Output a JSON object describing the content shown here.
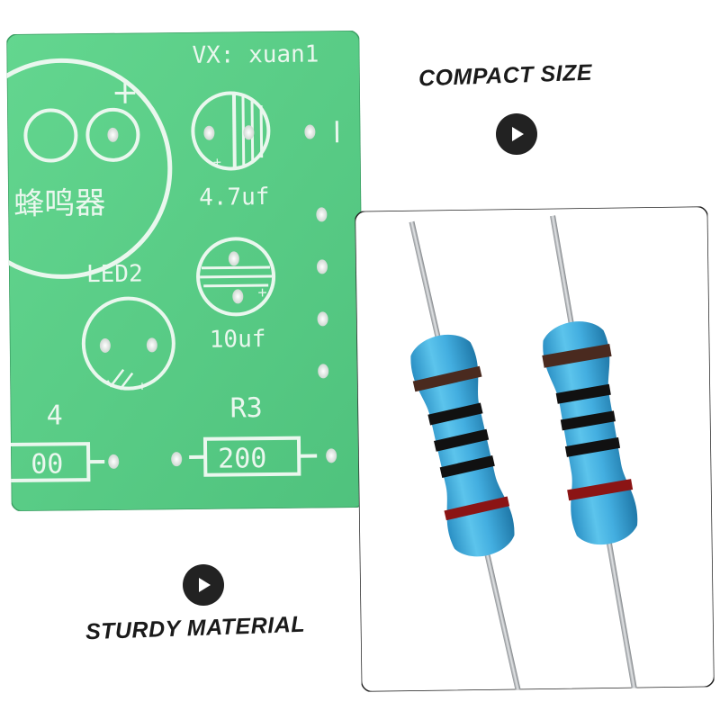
{
  "captions": {
    "compact": "COMPACT SIZE",
    "sturdy": "STURDY MATERIAL"
  },
  "pcb": {
    "silkscreen_top": "VX: xuan1",
    "plus_sign": "+",
    "buzzer_label": "蜂鸣器",
    "cap1_label": "4.7uf",
    "cap2_label": "10uf",
    "led_label": "LED2",
    "r3_label": "R3",
    "r3_value": "200",
    "r4_label": "4",
    "r4_value": "00",
    "board_color": "#5ed08b",
    "silk_color": "#f2fbf4"
  },
  "icons": {
    "play_top": "play-icon",
    "play_bottom": "play-icon"
  }
}
